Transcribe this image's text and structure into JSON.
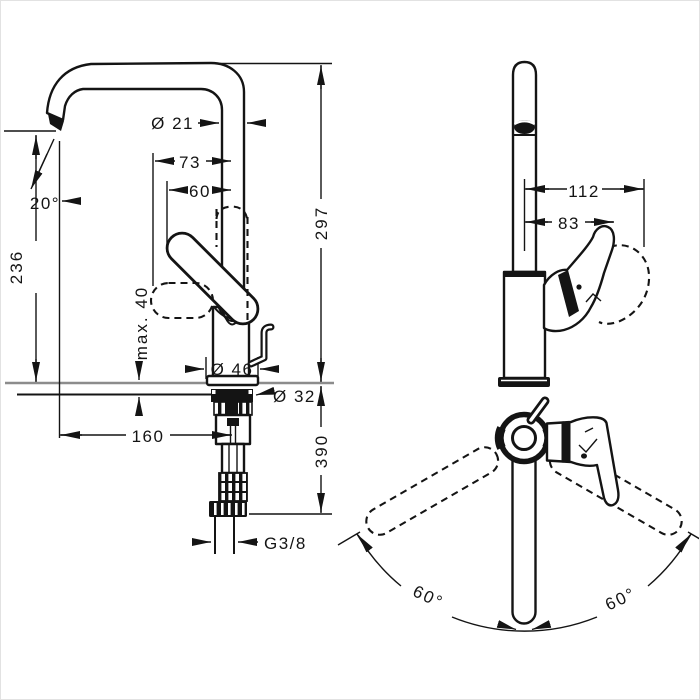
{
  "drawing": {
    "type": "faucet-technical-dimension-drawing",
    "line_color": "#141414",
    "counter_line_color": "#8c8c8c",
    "background": "#ffffff",
    "side_view": {
      "spout_pipe_diameter": "Ø 21",
      "handle_projection_max": "73",
      "handle_projection": "60",
      "spout_outlet_height": "236",
      "total_height": "297",
      "spout_outlet_angle": "20°",
      "max_counter_thickness": "max. 40",
      "base_diameter": "Ø 46",
      "shank_diameter": "Ø 32",
      "spout_reach": "160",
      "hose_length": "390",
      "connection_thread": "G3/8"
    },
    "front_view": {
      "handle_extent_max": "112",
      "handle_extent": "83"
    },
    "top_view": {
      "swivel_angle_left": "60°",
      "swivel_angle_right": "60°"
    }
  }
}
